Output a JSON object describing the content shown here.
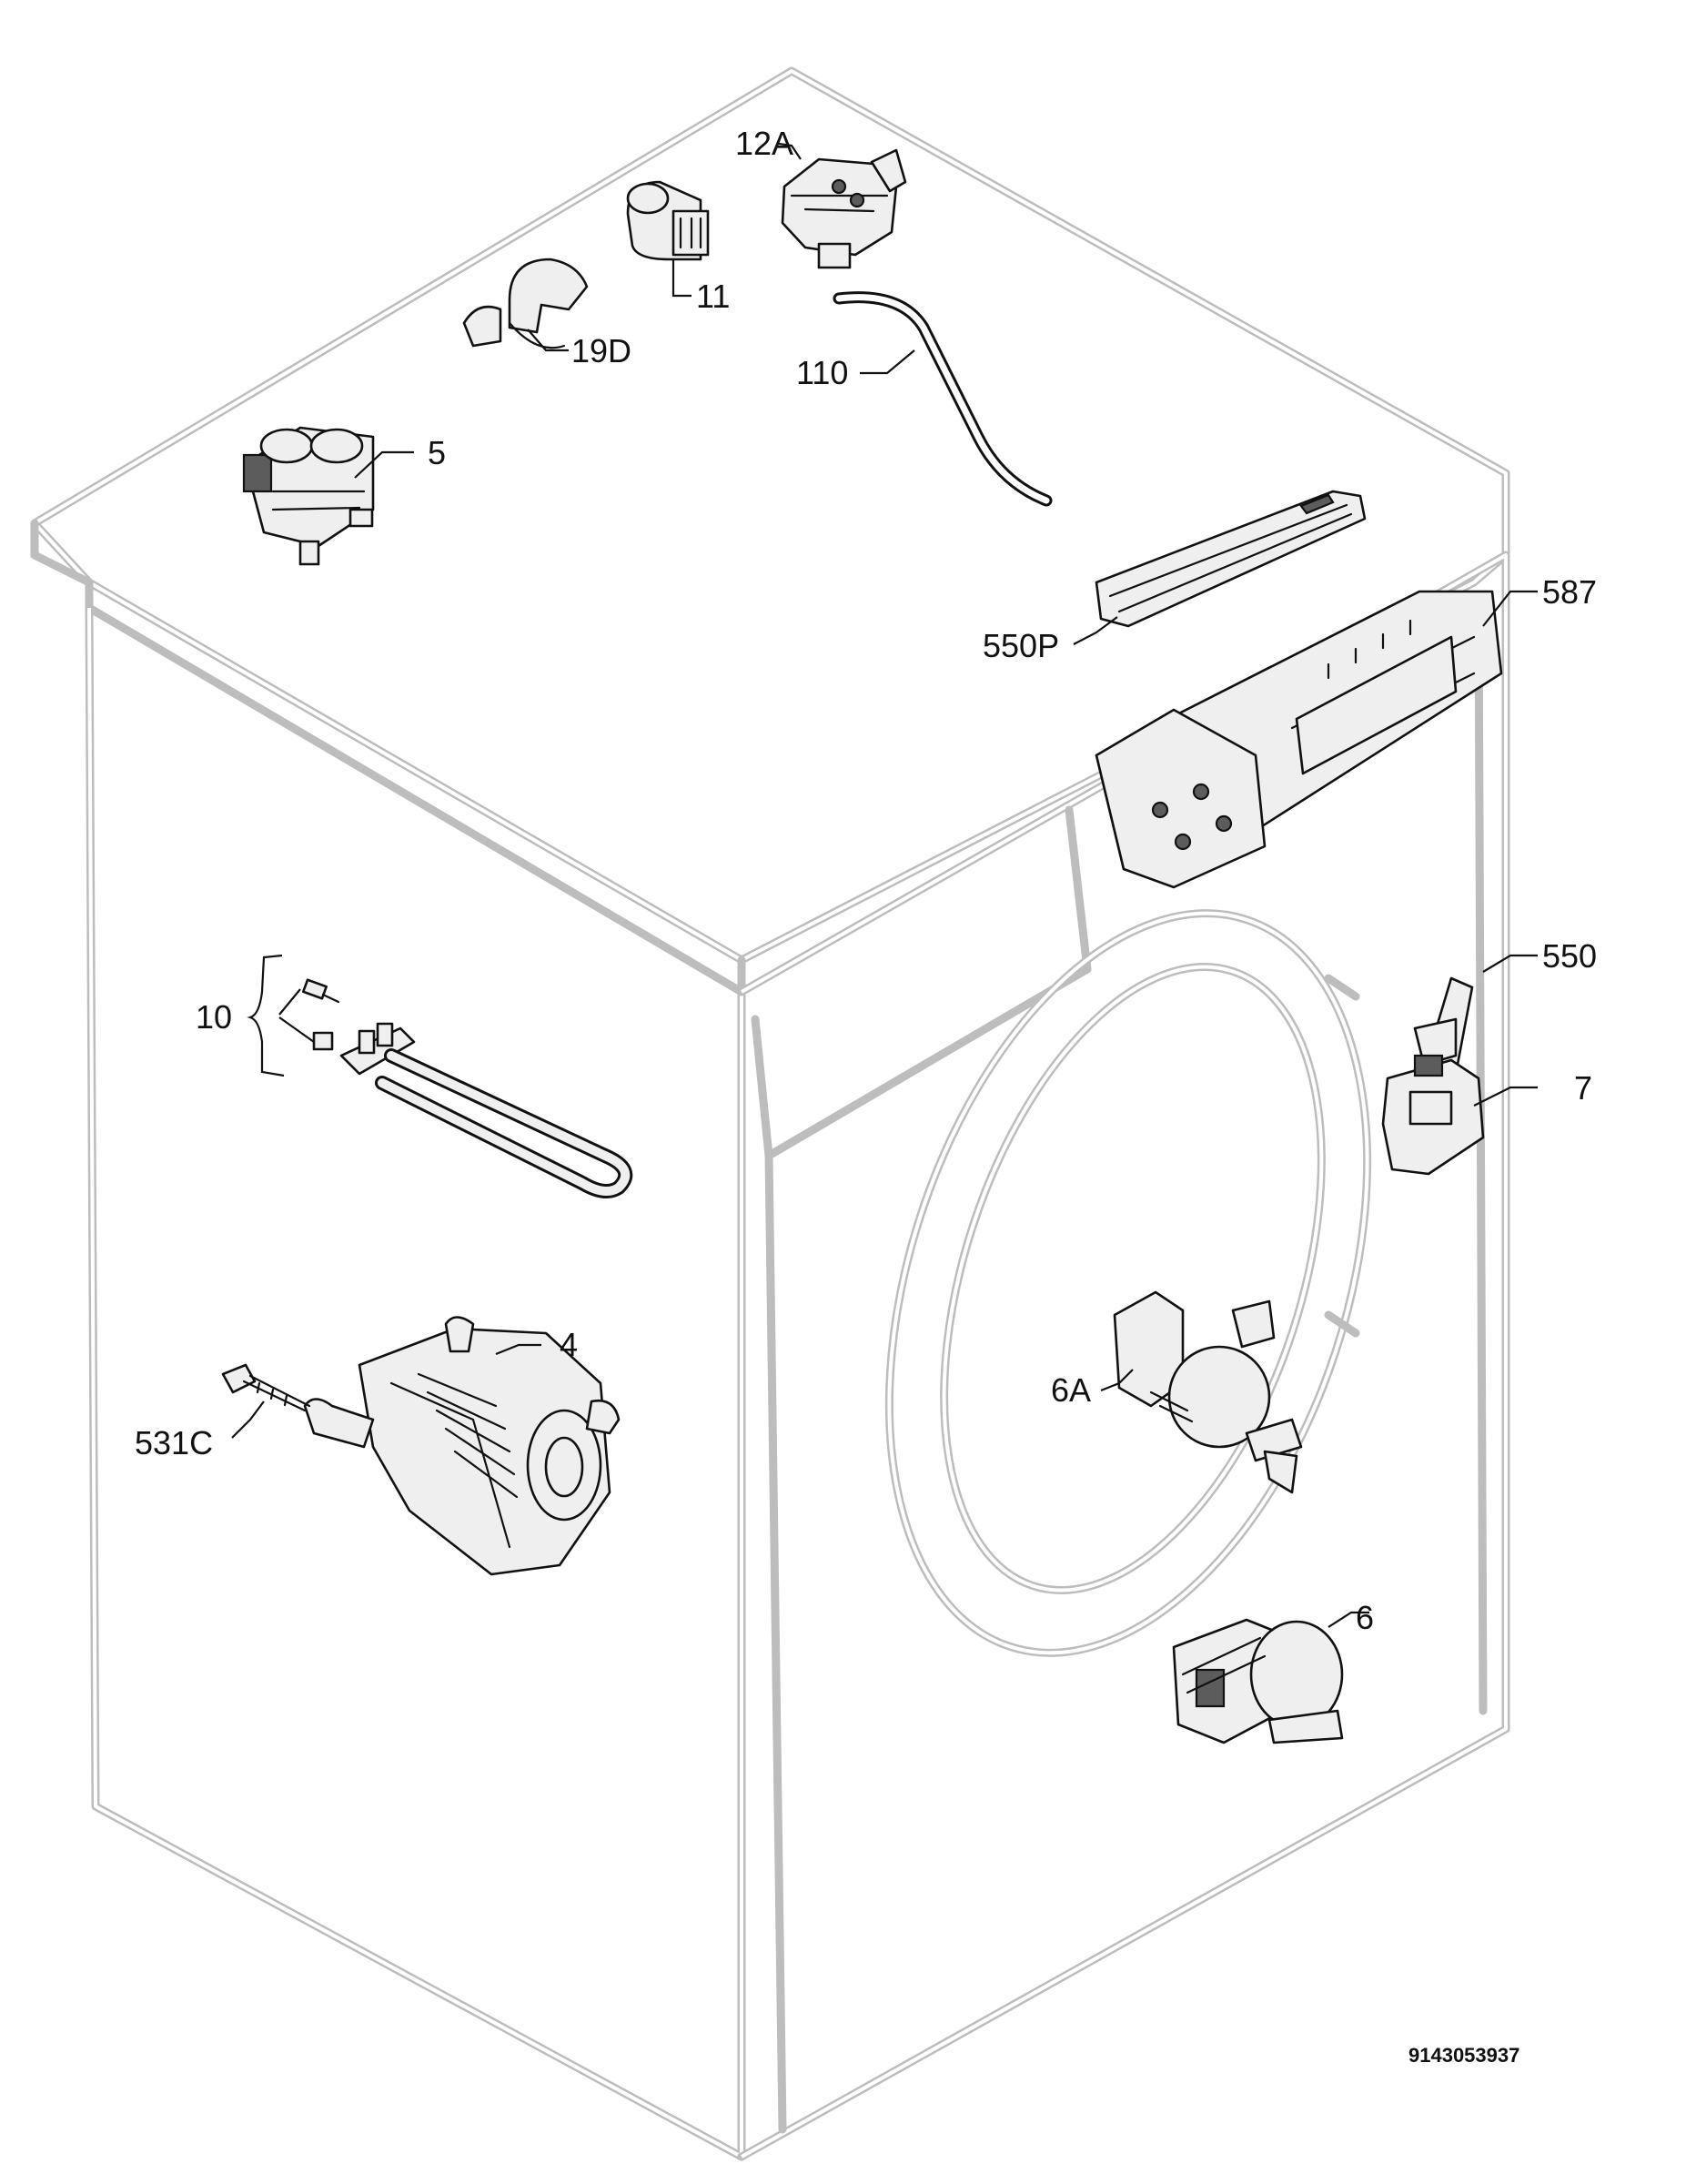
{
  "callouts": {
    "c12A": "12A",
    "c11": "11",
    "c19D": "19D",
    "c110": "110",
    "c5": "5",
    "c550P": "550P",
    "c587": "587",
    "c550": "550",
    "c7": "7",
    "c10": "10",
    "c4": "4",
    "c531C": "531C",
    "c6A": "6A",
    "c6": "6"
  },
  "document_number": "9143053937"
}
